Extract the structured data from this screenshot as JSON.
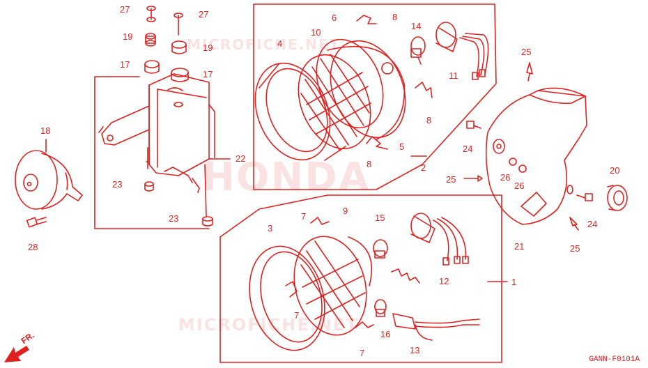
{
  "diagram_code": "GANN-F0101A",
  "front_marker": "FR.",
  "watermarks": [
    "MICROFICHE.NET",
    "HONDA",
    "MICROFICHE.NET"
  ],
  "colors": {
    "ink": "#e0201f",
    "background": "#ffffff"
  },
  "callouts": [
    {
      "id": "c27a",
      "text": "27"
    },
    {
      "id": "c27b",
      "text": "27"
    },
    {
      "id": "c19a",
      "text": "19"
    },
    {
      "id": "c19b",
      "text": "19"
    },
    {
      "id": "c17a",
      "text": "17"
    },
    {
      "id": "c17b",
      "text": "17"
    },
    {
      "id": "c18",
      "text": "18"
    },
    {
      "id": "c22",
      "text": "22"
    },
    {
      "id": "c23a",
      "text": "23"
    },
    {
      "id": "c23b",
      "text": "23"
    },
    {
      "id": "c28",
      "text": "28"
    },
    {
      "id": "c4",
      "text": "4"
    },
    {
      "id": "c10",
      "text": "10"
    },
    {
      "id": "c6",
      "text": "6"
    },
    {
      "id": "c8a",
      "text": "8"
    },
    {
      "id": "c14",
      "text": "14"
    },
    {
      "id": "c11",
      "text": "11"
    },
    {
      "id": "c8b",
      "text": "8"
    },
    {
      "id": "c5",
      "text": "5"
    },
    {
      "id": "c8c",
      "text": "8"
    },
    {
      "id": "c2",
      "text": "2"
    },
    {
      "id": "c25a",
      "text": "25"
    },
    {
      "id": "c24a",
      "text": "24"
    },
    {
      "id": "c26a",
      "text": "26"
    },
    {
      "id": "c26b",
      "text": "26"
    },
    {
      "id": "c25b",
      "text": "25"
    },
    {
      "id": "c20",
      "text": "20"
    },
    {
      "id": "c24b",
      "text": "24"
    },
    {
      "id": "c25c",
      "text": "25"
    },
    {
      "id": "c21",
      "text": "21"
    },
    {
      "id": "c7a",
      "text": "7"
    },
    {
      "id": "c9",
      "text": "9"
    },
    {
      "id": "c15",
      "text": "15"
    },
    {
      "id": "c3",
      "text": "3"
    },
    {
      "id": "c12",
      "text": "12"
    },
    {
      "id": "c1",
      "text": "1"
    },
    {
      "id": "c7b",
      "text": "7"
    },
    {
      "id": "c7c",
      "text": "7"
    },
    {
      "id": "c16",
      "text": "16"
    },
    {
      "id": "c13",
      "text": "13"
    }
  ]
}
